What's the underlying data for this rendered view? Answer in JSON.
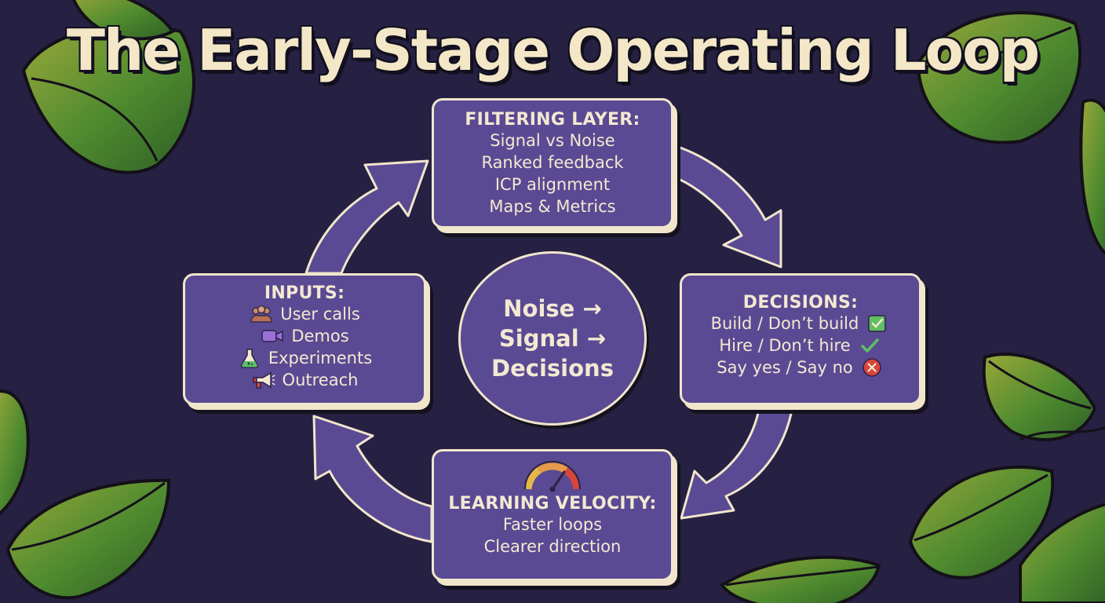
{
  "title": "The Early-Stage Operating Loop",
  "filtering": {
    "heading": "FILTERING LAYER:",
    "items": [
      "Signal vs Noise",
      "Ranked feedback",
      "ICP alignment",
      "Maps & Metrics"
    ]
  },
  "inputs": {
    "heading": "INPUTS:",
    "items": [
      {
        "label": "User calls",
        "icon": "people-icon"
      },
      {
        "label": "Demos",
        "icon": "video-camera-icon"
      },
      {
        "label": "Experiments",
        "icon": "flask-icon"
      },
      {
        "label": "Outreach",
        "icon": "megaphone-icon"
      }
    ]
  },
  "decisions": {
    "heading": "DECISIONS:",
    "items": [
      {
        "label": "Build / Don’t build",
        "icon": "checkbox-check-icon"
      },
      {
        "label": "Hire / Don’t hire",
        "icon": "checkmark-icon"
      },
      {
        "label": "Say yes / Say no",
        "icon": "cross-circle-icon"
      }
    ]
  },
  "velocity": {
    "heading": "LEARNING VELOCITY:",
    "icon": "speedometer-icon",
    "items": [
      "Faster loops",
      "Clearer direction"
    ]
  },
  "center": {
    "lines": [
      "Noise →",
      "Signal →",
      "Decisions"
    ]
  },
  "colors": {
    "background": "#262042",
    "box_fill": "#5a4a93",
    "outline": "#f1e6cc",
    "text": "#f3e9d2",
    "leaf": "#3f7a2c"
  }
}
